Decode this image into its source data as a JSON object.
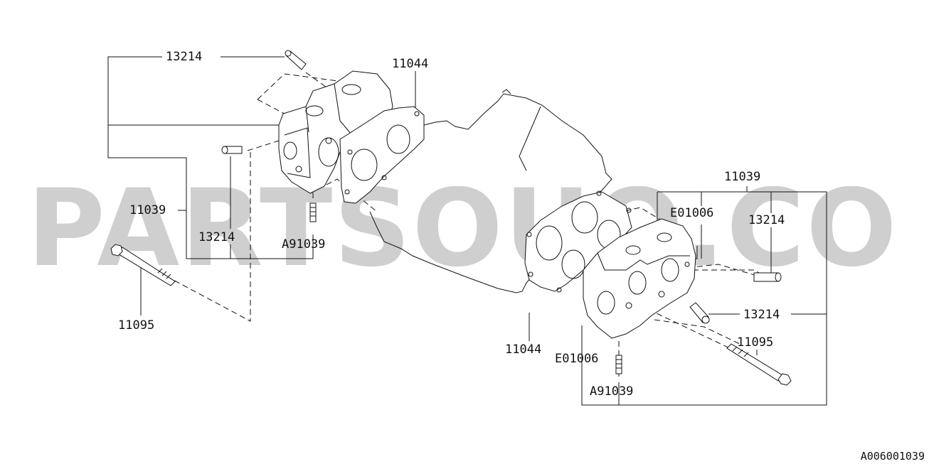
{
  "watermark": "PARTSOUQ.COM",
  "diagram_id": "A006001039",
  "left_assembly": {
    "dowel_top": "13214",
    "gasket": "11044",
    "head": "11039",
    "dowel_inner": "13214",
    "stud": "A91039",
    "bolt": "11095"
  },
  "right_assembly": {
    "head": "11039",
    "plug": "E01006",
    "dowel_inner": "13214",
    "dowel_side": "13214",
    "bolt": "11095",
    "gasket": "11044",
    "plug_lower": "E01006",
    "stud": "A91039"
  }
}
